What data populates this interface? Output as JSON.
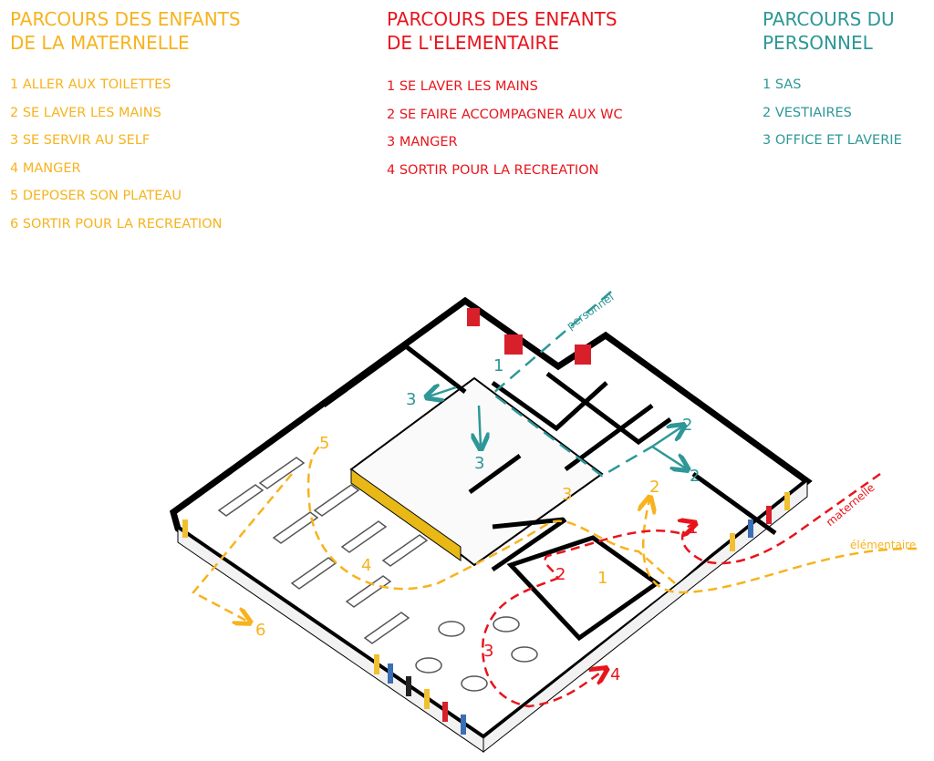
{
  "colors": {
    "maternelle": "#F7B31E",
    "elementaire": "#E8141C",
    "personnel": "#2E9797"
  },
  "legend": {
    "maternelle": {
      "title_line1": "PARCOURS DES ENFANTS",
      "title_line2": "DE LA MATERNELLE",
      "items": [
        "1 ALLER AUX TOILETTES",
        "2 SE LAVER LES MAINS",
        "3 SE SERVIR AU SELF",
        "4 MANGER",
        "5 DEPOSER SON PLATEAU",
        "6 SORTIR POUR LA RECREATION"
      ]
    },
    "elementaire": {
      "title_line1": "PARCOURS DES ENFANTS",
      "title_line2": "DE L'ELEMENTAIRE",
      "items": [
        "1 SE LAVER LES MAINS",
        "2 SE FAIRE ACCOMPAGNER AUX WC",
        "3 MANGER",
        "4 SORTIR POUR LA RECREATION"
      ]
    },
    "personnel": {
      "title_line1": "PARCOURS DU",
      "title_line2": "PERSONNEL",
      "items": [
        "1 SAS",
        "2 VESTIAIRES",
        "3 OFFICE ET LAVERIE"
      ]
    }
  },
  "plan_labels": {
    "personnel": "personnel",
    "maternelle": "maternelle",
    "elementaire": "élémentaire",
    "staff_steps": [
      "1",
      "2",
      "2",
      "3",
      "3"
    ],
    "mat_steps": [
      "1",
      "2",
      "3",
      "4",
      "5",
      "6"
    ],
    "ele_steps": [
      "1",
      "2",
      "3",
      "4"
    ]
  }
}
